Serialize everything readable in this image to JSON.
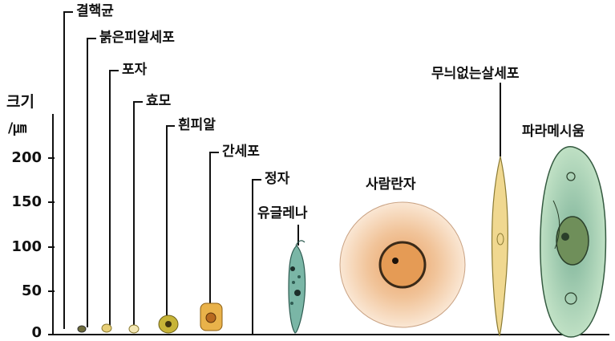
{
  "axis": {
    "title_line1": "크기",
    "title_line2": "/㎛",
    "ticks": [
      "200",
      "150",
      "100",
      "50",
      "0"
    ]
  },
  "labels": {
    "bacteria": "결핵균",
    "red_blood_cell": "붉은피알세포",
    "spore": "포자",
    "yeast": "효모",
    "white_blood_cell": "흰피알",
    "liver_cell": "간세포",
    "sperm": "정자",
    "euglena": "유글레나",
    "human_egg": "사람란자",
    "smooth_muscle": "무늬없는살세포",
    "paramecium": "파라메시움"
  },
  "colors": {
    "egg_outer": "#f2c6a0",
    "egg_center": "#e8a060",
    "euglena": "#7ab6a6",
    "paramecium": "#8fbf9a",
    "muscle": "#f0d890",
    "liver": "#e9b24a"
  }
}
